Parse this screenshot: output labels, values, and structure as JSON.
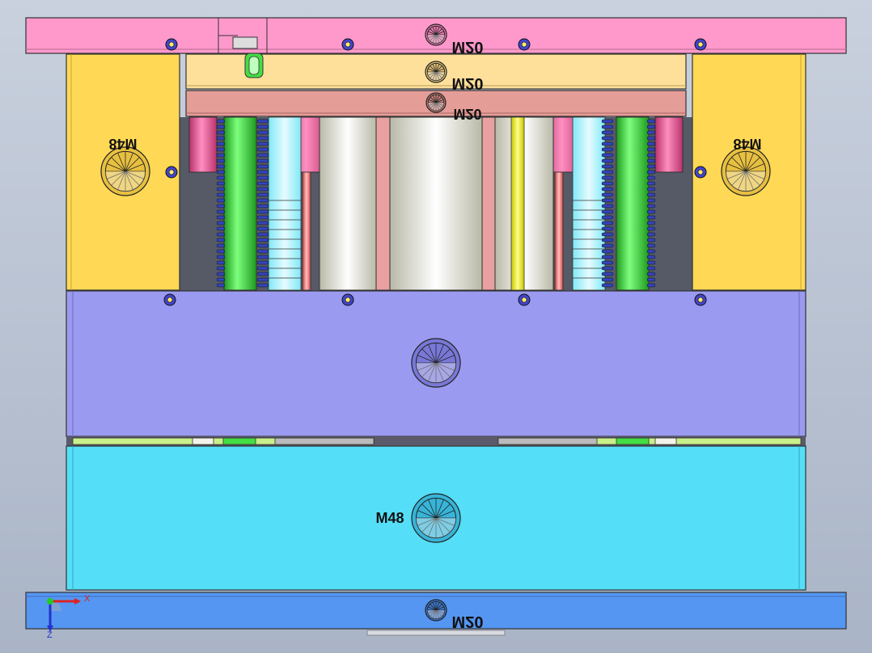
{
  "colors": {
    "background": "#b8c2d2",
    "top_clamp_plate": "#ff99cc",
    "stripper_plate": "#ffe09a",
    "runner_plate": "#e59d98",
    "spacer_block": "#ffd956",
    "a_plate": "#9a9af0",
    "b_plate": "#55def8",
    "bottom_clamp_plate": "#5596f2",
    "guide_pillar": "#44dd44",
    "spring": "#3344bb",
    "support_pillar": "#ee6699",
    "bushing": "#f3f3ea",
    "screw": "#4444cc",
    "screw_center": "#ffee66"
  },
  "labels": {
    "top_plate": "M20",
    "stripper_plate": "M20",
    "runner_plate": "M20",
    "spacer_left": "M48",
    "spacer_right": "M48",
    "b_plate": "M48",
    "bottom_plate": "M20"
  },
  "triad": {
    "x_axis": "X",
    "z_axis": "Z"
  }
}
